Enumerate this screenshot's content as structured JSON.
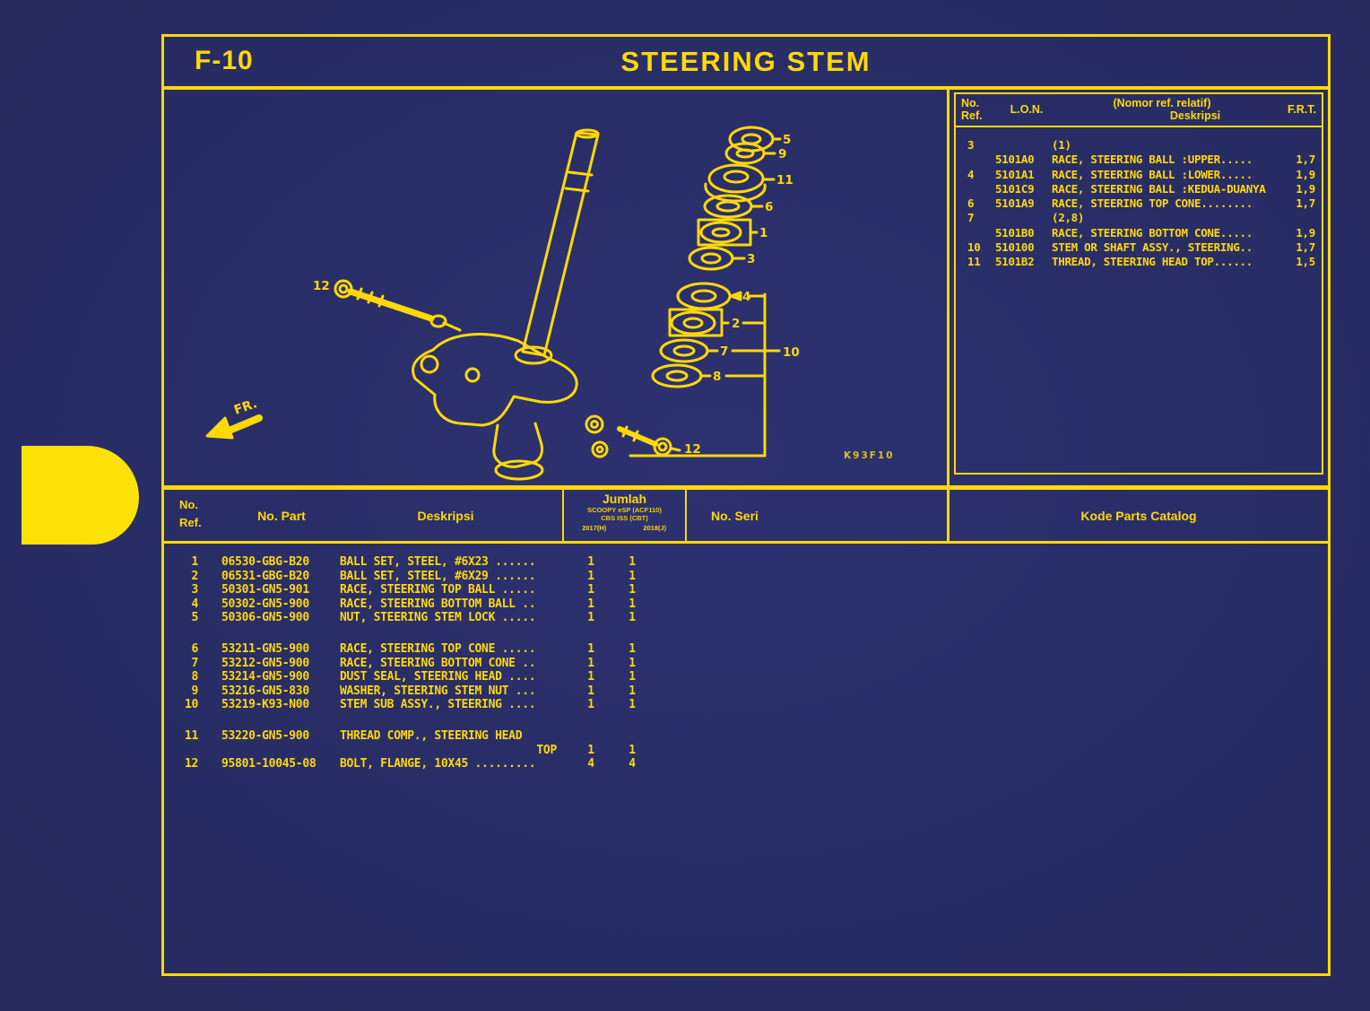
{
  "page": {
    "code": "F-10",
    "title": "STEERING STEM"
  },
  "colors": {
    "background": "#282c62",
    "accent": "#ffd907"
  },
  "diagram": {
    "fr_label": "FR.",
    "watermark": "K93F10",
    "callouts": [
      "5",
      "9",
      "11",
      "6",
      "1",
      "3",
      "4",
      "2",
      "7",
      "10",
      "8",
      "12",
      "12"
    ]
  },
  "ref_table": {
    "headers": {
      "no": "No.",
      "ref": "Ref.",
      "lon": "L.O.N.",
      "rel": "(Nomor ref. relatif)",
      "deskripsi": "Deskripsi",
      "frt": "F.R.T."
    },
    "rows": [
      {
        "ref": "3",
        "lon": "",
        "desc": "(1)",
        "frt": ""
      },
      {
        "ref": "",
        "lon": "5101A0",
        "desc": "RACE, STEERING BALL :UPPER.....",
        "frt": "1,7"
      },
      {
        "ref": "4",
        "lon": "5101A1",
        "desc": "RACE, STEERING BALL :LOWER.....",
        "frt": "1,9"
      },
      {
        "ref": "",
        "lon": "5101C9",
        "desc": "RACE, STEERING BALL :KEDUA-DUANYA",
        "frt": "1,9"
      },
      {
        "ref": "6",
        "lon": "5101A9",
        "desc": "RACE, STEERING TOP CONE........",
        "frt": "1,7"
      },
      {
        "ref": "7",
        "lon": "",
        "desc": "(2,8)",
        "frt": ""
      },
      {
        "ref": "",
        "lon": "5101B0",
        "desc": "RACE, STEERING BOTTOM CONE.....",
        "frt": "1,9"
      },
      {
        "ref": "10",
        "lon": "510100",
        "desc": "STEM OR SHAFT ASSY., STEERING..",
        "frt": "1,7"
      },
      {
        "ref": "11",
        "lon": "5101B2",
        "desc": "THREAD, STEERING HEAD TOP......",
        "frt": "1,5"
      }
    ]
  },
  "parts_table": {
    "headers": {
      "no": "No.",
      "ref": "Ref.",
      "no_part": "No. Part",
      "deskripsi": "Deskripsi",
      "jumlah": "Jumlah",
      "model_line1": "SCOOPY eSP (ACF110)",
      "model_line2": "CBS ISS (CBT)",
      "year1": "2017(H)",
      "year2": "2018(J)",
      "no_seri": "No. Seri",
      "kode": "Kode Parts Catalog"
    },
    "rows": [
      {
        "ref": "1",
        "part": "06530-GBG-B20",
        "desc": "BALL SET, STEEL, #6X23 ......",
        "q1": "1",
        "q2": "1"
      },
      {
        "ref": "2",
        "part": "06531-GBG-B20",
        "desc": "BALL SET, STEEL, #6X29 ......",
        "q1": "1",
        "q2": "1"
      },
      {
        "ref": "3",
        "part": "50301-GN5-901",
        "desc": "RACE, STEERING TOP BALL .....",
        "q1": "1",
        "q2": "1"
      },
      {
        "ref": "4",
        "part": "50302-GN5-900",
        "desc": "RACE, STEERING BOTTOM BALL ..",
        "q1": "1",
        "q2": "1"
      },
      {
        "ref": "5",
        "part": "50306-GN5-900",
        "desc": "NUT, STEERING STEM LOCK .....",
        "q1": "1",
        "q2": "1",
        "gap_after": true
      },
      {
        "ref": "6",
        "part": "53211-GN5-900",
        "desc": "RACE, STEERING TOP CONE .....",
        "q1": "1",
        "q2": "1"
      },
      {
        "ref": "7",
        "part": "53212-GN5-900",
        "desc": "RACE, STEERING BOTTOM CONE ..",
        "q1": "1",
        "q2": "1"
      },
      {
        "ref": "8",
        "part": "53214-GN5-900",
        "desc": "DUST SEAL, STEERING HEAD ....",
        "q1": "1",
        "q2": "1"
      },
      {
        "ref": "9",
        "part": "53216-GN5-830",
        "desc": "WASHER, STEERING STEM NUT ...",
        "q1": "1",
        "q2": "1"
      },
      {
        "ref": "10",
        "part": "53219-K93-N00",
        "desc": "STEM SUB ASSY., STEERING ....",
        "q1": "1",
        "q2": "1",
        "gap_after": true
      },
      {
        "ref": "11",
        "part": "53220-GN5-900",
        "desc": "THREAD COMP., STEERING HEAD",
        "desc2": "TOP",
        "q1": "1",
        "q2": "1"
      },
      {
        "ref": "12",
        "part": "95801-10045-08",
        "desc": "BOLT, FLANGE, 10X45 .........",
        "q1": "4",
        "q2": "4"
      }
    ]
  }
}
